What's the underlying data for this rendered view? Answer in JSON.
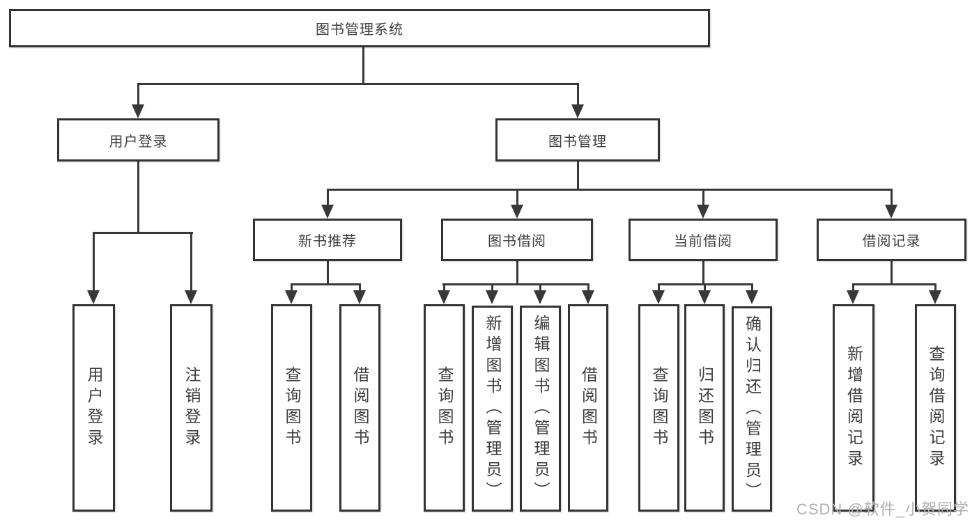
{
  "diagram": {
    "root": {
      "label": "图书管理系统"
    },
    "level2": [
      {
        "id": "user-login",
        "label": "用户登录"
      },
      {
        "id": "book-management",
        "label": "图书管理"
      }
    ],
    "level3": [
      {
        "id": "new-book-recommend",
        "label": "新书推荐"
      },
      {
        "id": "book-borrowing",
        "label": "图书借阅"
      },
      {
        "id": "current-borrowing",
        "label": "当前借阅"
      },
      {
        "id": "borrow-records",
        "label": "借阅记录"
      }
    ],
    "leaves": [
      {
        "label": "用户登录"
      },
      {
        "label": "注销登录"
      },
      {
        "label": "查询图书"
      },
      {
        "label": "借阅图书"
      },
      {
        "label": "查询图书"
      },
      {
        "label": "新增图书（管理员）"
      },
      {
        "label": "编辑图书（管理员）"
      },
      {
        "label": "借阅图书"
      },
      {
        "label": "查询图书"
      },
      {
        "label": "归还图书"
      },
      {
        "label": "确认归还（管理员）"
      },
      {
        "label": "新增借阅记录"
      },
      {
        "label": "查询借阅记录"
      }
    ]
  },
  "watermark": {
    "text": "CSDN @软件_小贺同学"
  },
  "colors": {
    "line": "#383838",
    "border": "#333333",
    "text": "#3d3d3d",
    "watermark": "#b0b0b0",
    "background": "#ffffff"
  }
}
